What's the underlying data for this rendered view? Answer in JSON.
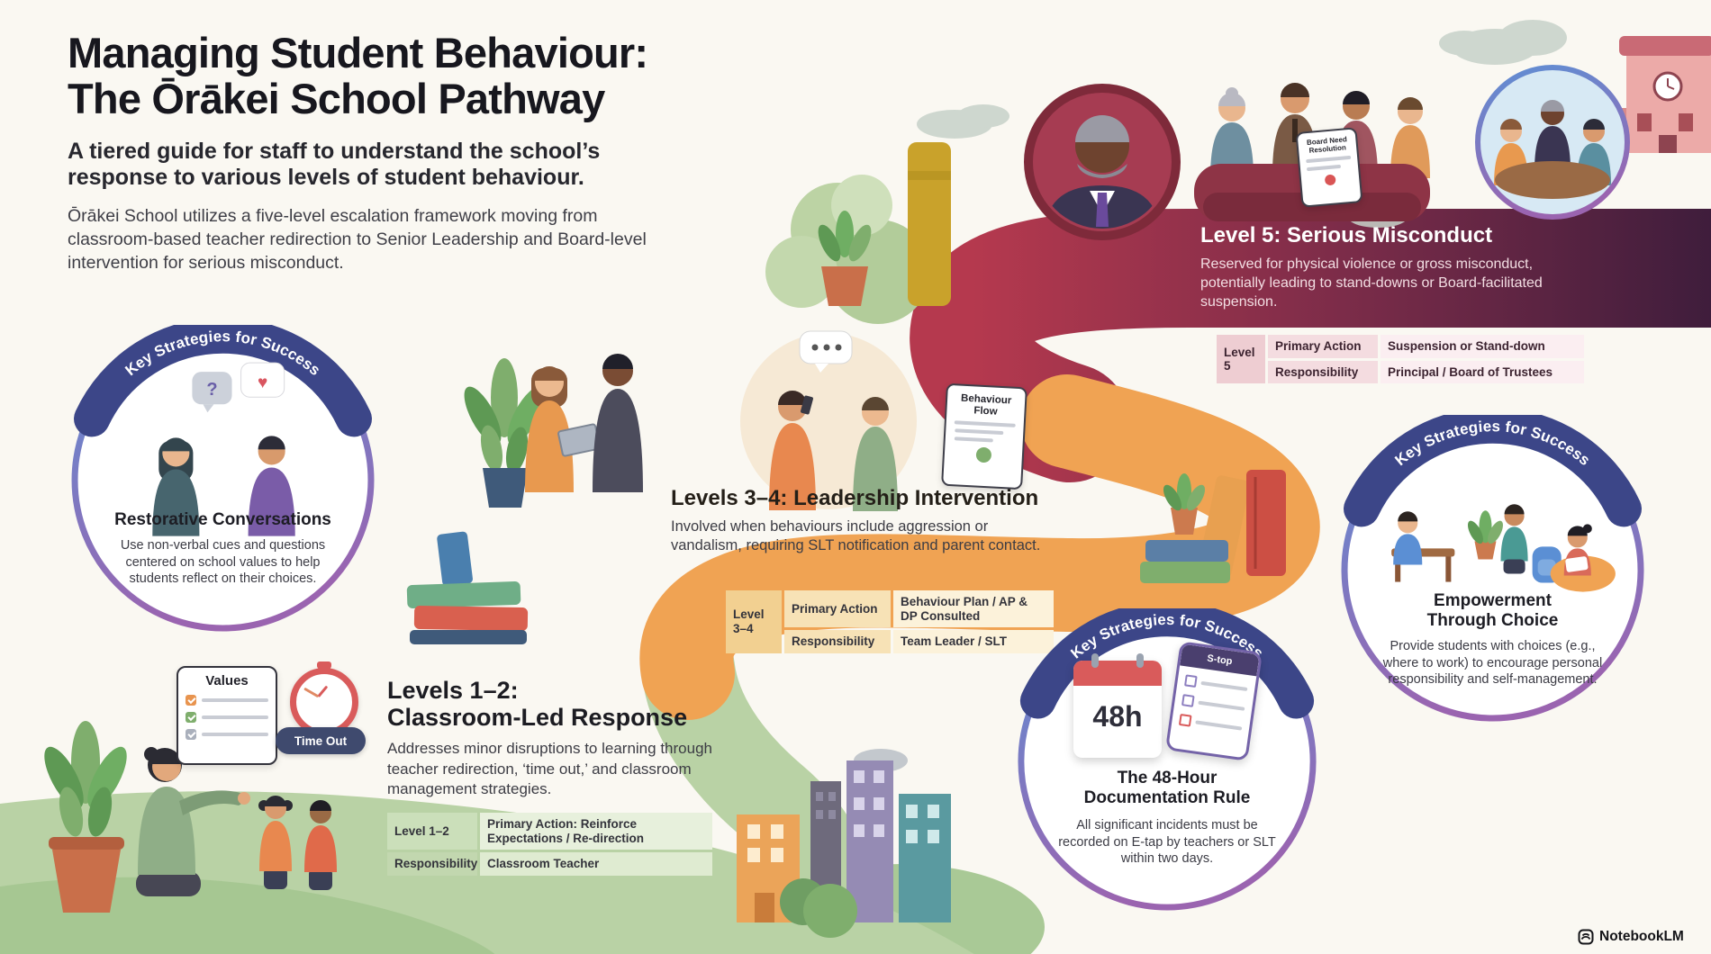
{
  "header": {
    "title_line1": "Managing Student Behaviour:",
    "title_line2": "The Ōrākei School Pathway",
    "subtitle": "A tiered guide for staff to understand the school’s response to various levels of student behaviour.",
    "intro": "Ōrākei School utilizes a five-level escalation framework moving from classroom-based teacher redirection to Senior Leadership and Board-level intervention for serious misconduct."
  },
  "strategies": {
    "restorative": {
      "arc_label": "Key Strategies for Success",
      "title": "Restorative Conversations",
      "body": "Use non-verbal cues and questions centered on school values to help students reflect on their choices.",
      "question_glyph": "?",
      "heart_glyph": "♥"
    },
    "documentation": {
      "arc_label": "Key Strategies for Success",
      "title_line1": "The 48-Hour",
      "title_line2": "Documentation Rule",
      "body": "All significant incidents must be recorded on E-tap by teachers or SLT within two days.",
      "calendar_label": "48h",
      "tablet_label": "S-top"
    },
    "empowerment": {
      "arc_label": "Key Strategies for Success",
      "title_line1": "Empowerment",
      "title_line2": "Through Choice",
      "body": "Provide students with choices (e.g., where to work) to encourage personal responsibility and self-management."
    }
  },
  "levels": {
    "level12": {
      "title_line1": "Levels 1–2:",
      "title_line2": "Classroom-Led Response",
      "body": "Addresses minor disruptions to learning through teacher redirection, ‘time out,’ and classroom management strategies.",
      "level_label": "Level 1–2",
      "row1_value": "Primary Action: Reinforce Expectations / Re-direction",
      "row2_label": "Responsibility",
      "row2_value": "Classroom Teacher"
    },
    "level34": {
      "title": "Levels 3–4: Leadership Intervention",
      "body": "Involved when behaviours include aggression or vandalism, requiring SLT notification and parent contact.",
      "level_label": "Level 3–4",
      "row1_label": "Primary Action",
      "row1_value": "Behaviour Plan / AP & DP Consulted",
      "row2_label": "Responsibility",
      "row2_value": "Team Leader / SLT",
      "doc_label": "Behaviour Flow"
    },
    "level5": {
      "title": "Level 5: Serious Misconduct",
      "body": "Reserved for physical violence or gross misconduct, potentially leading to stand-downs or Board-facilitated suspension.",
      "level_label": "Level 5",
      "row1_label": "Primary Action",
      "row1_value": "Suspension or Stand-down",
      "row2_label": "Responsibility",
      "row2_value": "Principal / Board of Trustees",
      "board_doc_label": "Board Need Resolution"
    }
  },
  "classroom_scene": {
    "values_title": "Values",
    "timeout_label": "Time Out"
  },
  "footer": {
    "brand": "NotebookLM"
  },
  "colors": {
    "path_green": "#b9d2a5",
    "path_orange": "#f0a353",
    "path_red": "#b5394e",
    "path_dark_purple": "#3f1d3c",
    "banner_blue": "#3c4688"
  }
}
